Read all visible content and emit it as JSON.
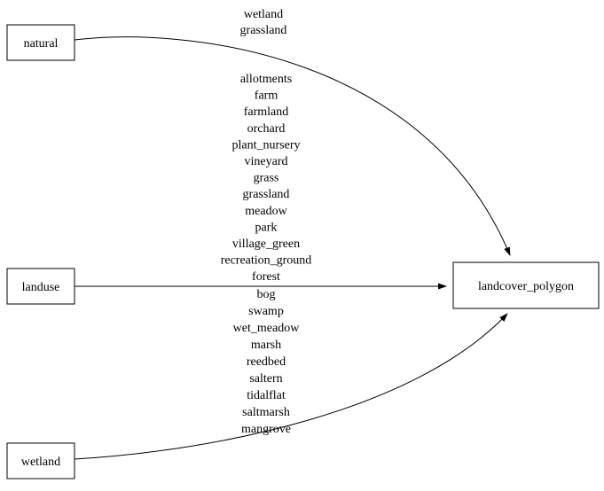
{
  "diagram": {
    "type": "graph",
    "background_color": "#ffffff",
    "stroke_color": "#000000",
    "nodes": {
      "natural": {
        "label": "natural"
      },
      "landuse": {
        "label": "landuse"
      },
      "wetland": {
        "label": "wetland"
      },
      "landcover_polygon": {
        "label": "landcover_polygon"
      }
    },
    "edges": [
      {
        "from": "natural",
        "to": "landcover_polygon",
        "labels": [
          "wetland",
          "grassland"
        ]
      },
      {
        "from": "landuse",
        "to": "landcover_polygon",
        "labels": [
          "allotments",
          "farm",
          "farmland",
          "orchard",
          "plant_nursery",
          "vineyard",
          "grass",
          "grassland",
          "meadow",
          "park",
          "village_green",
          "recreation_ground",
          "forest"
        ]
      },
      {
        "from": "wetland",
        "to": "landcover_polygon",
        "labels": [
          "bog",
          "swamp",
          "wet_meadow",
          "marsh",
          "reedbed",
          "saltern",
          "tidalflat",
          "saltmarsh",
          "mangrove"
        ]
      }
    ]
  }
}
